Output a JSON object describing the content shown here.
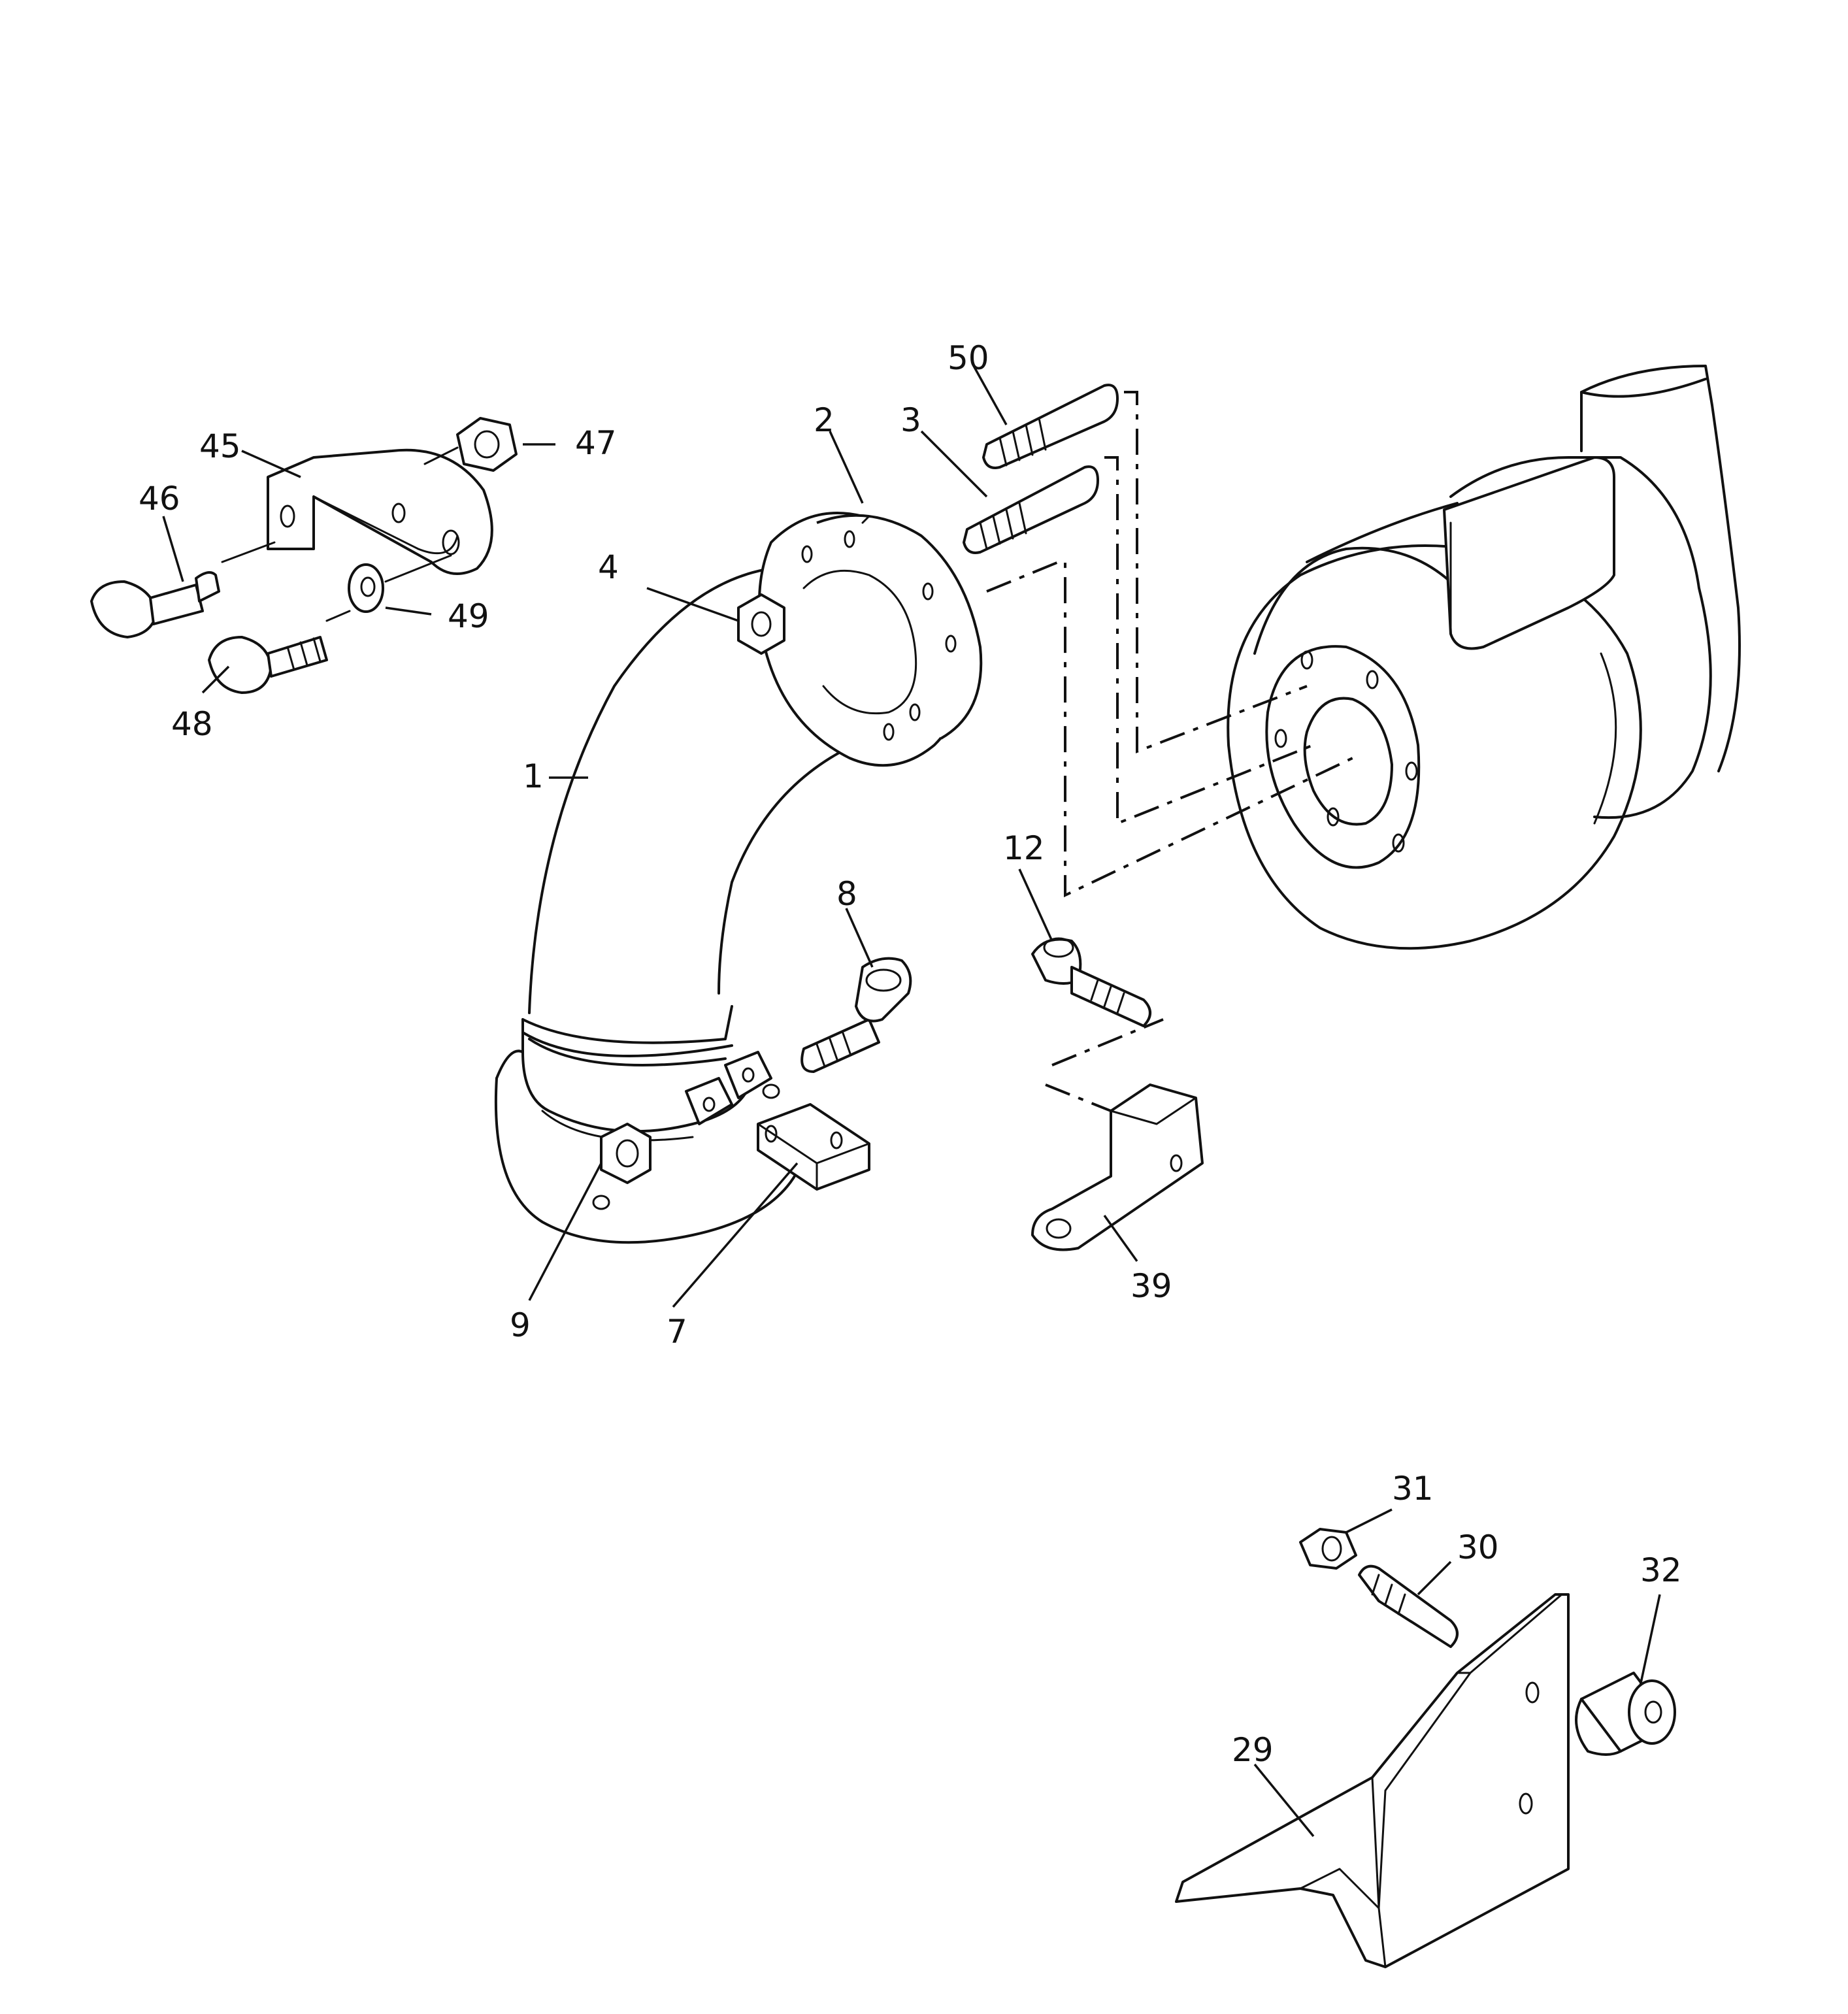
{
  "callouts": {
    "c1": "1",
    "c2": "2",
    "c3": "3",
    "c4": "4",
    "c7": "7",
    "c8": "8",
    "c9": "9",
    "c12": "12",
    "c29": "29",
    "c30": "30",
    "c31": "31",
    "c32": "32",
    "c39": "39",
    "c45": "45",
    "c46": "46",
    "c47": "47",
    "c48": "48",
    "c49": "49",
    "c50": "50"
  }
}
